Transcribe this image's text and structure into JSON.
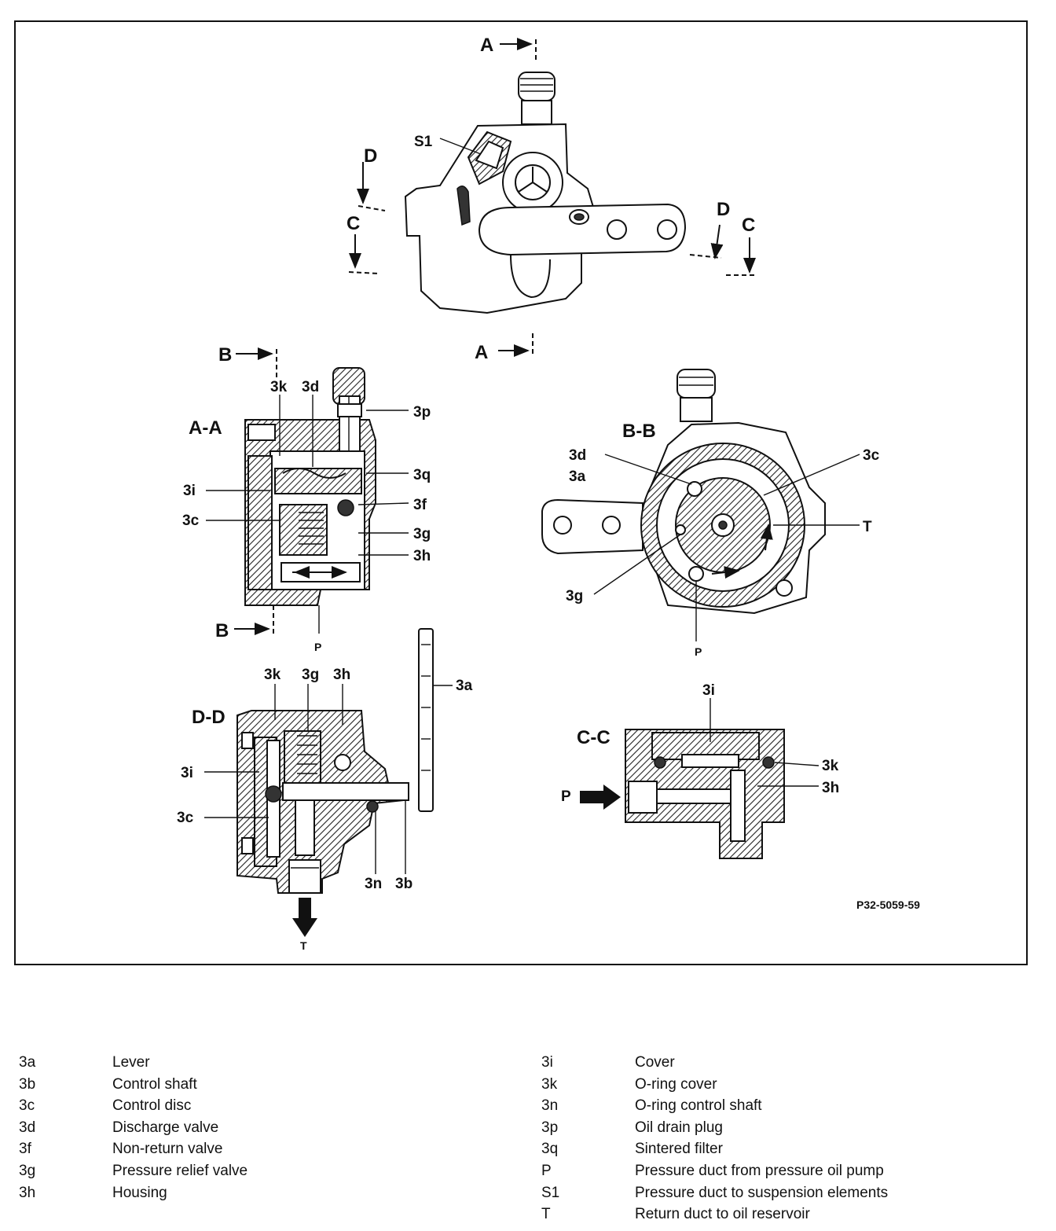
{
  "figure": {
    "reference": "P32-5059-59",
    "views": {
      "top": {
        "labels": [
          "A",
          "A",
          "S1",
          "D",
          "C",
          "D",
          "C"
        ]
      },
      "aa": {
        "title": "A-A",
        "section_marks": [
          "B",
          "B"
        ],
        "labels": [
          "3k",
          "3d",
          "3p",
          "3q",
          "3i",
          "3f",
          "3c",
          "3g",
          "3h",
          "P"
        ]
      },
      "bb": {
        "title": "B-B",
        "labels": [
          "3d",
          "3c",
          "3a",
          "T",
          "3g",
          "P"
        ]
      },
      "dd": {
        "title": "D-D",
        "labels": [
          "3k",
          "3g",
          "3h",
          "3a",
          "3i",
          "3c",
          "3n",
          "3b",
          "T"
        ]
      },
      "cc": {
        "title": "C-C",
        "labels": [
          "3i",
          "3k",
          "3h",
          "P"
        ]
      }
    }
  },
  "legend": {
    "left": [
      {
        "code": "3a",
        "desc": "Lever"
      },
      {
        "code": "3b",
        "desc": "Control shaft"
      },
      {
        "code": "3c",
        "desc": "Control disc"
      },
      {
        "code": "3d",
        "desc": "Discharge valve"
      },
      {
        "code": "3f",
        "desc": "Non-return valve"
      },
      {
        "code": "3g",
        "desc": "Pressure relief valve"
      },
      {
        "code": "3h",
        "desc": "Housing"
      }
    ],
    "right": [
      {
        "code": "3i",
        "desc": "Cover"
      },
      {
        "code": "3k",
        "desc": "O-ring cover"
      },
      {
        "code": "3n",
        "desc": "O-ring control shaft"
      },
      {
        "code": "3p",
        "desc": "Oil drain plug"
      },
      {
        "code": "3q",
        "desc": "Sintered filter"
      },
      {
        "code": "P",
        "desc": "Pressure duct from pressure oil pump"
      },
      {
        "code": "S1",
        "desc": "Pressure duct to suspension elements"
      },
      {
        "code": "T",
        "desc": "Return duct to oil reservoir"
      }
    ]
  }
}
